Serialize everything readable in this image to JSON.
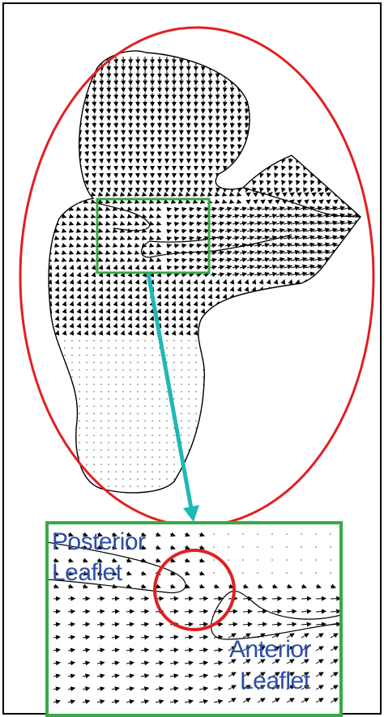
{
  "labels": {
    "posterior_line1": "Posterior",
    "posterior_line2": "Leaflet",
    "anterior_line1": "Anterior",
    "anterior_line2": "Leaflet"
  },
  "colors": {
    "outer_border": "#000000",
    "highlight_circle": "#e02020",
    "zoom_box": "#3aa84a",
    "arrow": "#20b8b4",
    "label_text": "#2e4ea6",
    "vectors": "#000000"
  },
  "icons": {
    "zoom_pointer": "down-arrow-icon"
  }
}
